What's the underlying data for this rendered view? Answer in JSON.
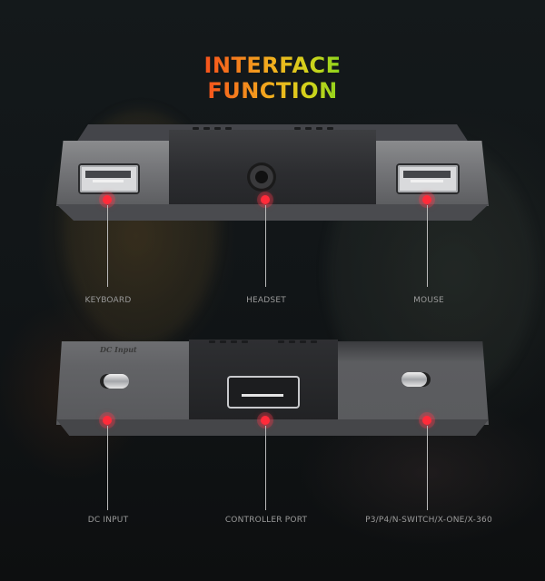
{
  "title": "INTERFACE FUNCTION",
  "title_gradient": [
    "#f0231a",
    "#f2b01e",
    "#3ec81f"
  ],
  "top_device": {
    "ports": [
      {
        "id": "keyboard",
        "type": "usb-a",
        "label": "KEYBOARD"
      },
      {
        "id": "headset",
        "type": "audio-jack-3.5mm",
        "label": "HEADSET"
      },
      {
        "id": "mouse",
        "type": "usb-a",
        "label": "MOUSE"
      }
    ]
  },
  "bottom_device": {
    "brand_mark": "DC Input",
    "ports": [
      {
        "id": "dc-input",
        "type": "usb-c",
        "label": "DC INPUT"
      },
      {
        "id": "controller-port",
        "type": "usb-a",
        "label": "CONTROLLER PORT"
      },
      {
        "id": "console",
        "type": "usb-c",
        "label": "P3/P4/N-SWITCH/X-ONE/X-360"
      }
    ]
  },
  "indicator_color": "#ff2b3a",
  "label_color": "#9a9a9a"
}
